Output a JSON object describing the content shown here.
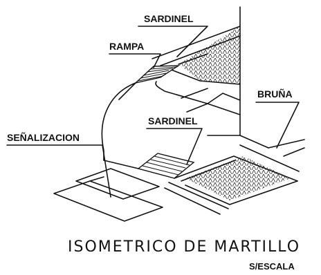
{
  "labels": {
    "sardinel_top": "SARDINEL",
    "rampa": "RAMPA",
    "bruna": "BRUÑA",
    "sardinel_mid": "SARDINEL",
    "senalizacion": "SEÑALIZACION"
  },
  "title": "ISOMETRICO DE MARTILLO",
  "scale_note": "S/ESCALA"
}
